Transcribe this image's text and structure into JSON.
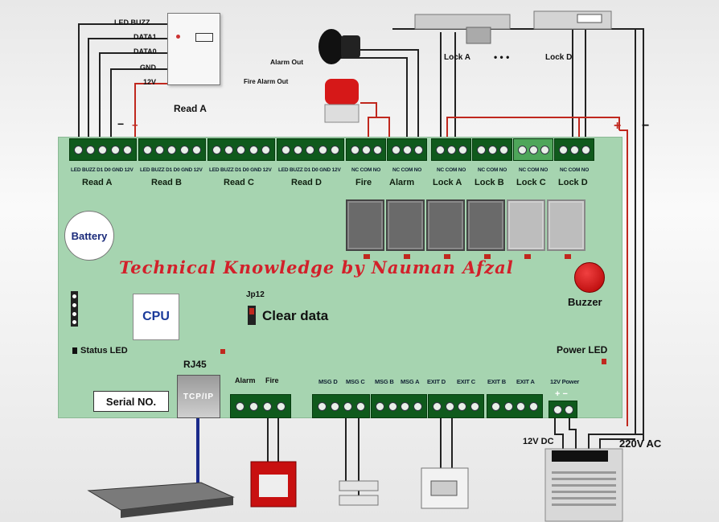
{
  "reader": {
    "title": "Read A",
    "pins": [
      "LED BUZZ",
      "DATA1",
      "DATA0",
      "GND",
      "12V"
    ],
    "minus": "−",
    "plus": "+"
  },
  "alarm": {
    "alarm_out": "Alarm Out",
    "fire_alarm_out": "Fire Alarm Out"
  },
  "locks": {
    "lock_a": "Lock A",
    "dots": "• • •",
    "lock_d": "Lock D",
    "plus": "+",
    "minus": "−"
  },
  "terminals_top": {
    "reader_pins": "LED BUZZ D1 D0 GND 12V",
    "readers": [
      "Read A",
      "Read B",
      "Read C",
      "Read D"
    ],
    "relay_pins": "NC COM NO",
    "relays": [
      "Fire",
      "Alarm",
      "Lock A",
      "Lock B",
      "Lock C",
      "Lock D"
    ]
  },
  "board": {
    "brand": "Technical Knowledge by Nauman Afzal",
    "battery": "Battery",
    "cpu": "CPU",
    "jumper_id": "Jp12",
    "jumper_label": "Clear data",
    "buzzer": "Buzzer",
    "status_led": "Status LED",
    "power_led": "Power LED",
    "rj45": "RJ45",
    "tcpip": "TCP/IP",
    "serial": "Serial NO."
  },
  "terminals_bottom": {
    "alarm": "Alarm",
    "fire": "Fire",
    "inputs": [
      "MSG D",
      "MSG C",
      "MSG B",
      "MSG A",
      "EXIT D",
      "EXIT C",
      "EXIT B",
      "EXIT A"
    ],
    "power": "12V Power",
    "power_polarity": "+ −"
  },
  "psu": {
    "dc": "12V DC",
    "ac": "220V AC"
  },
  "colors": {
    "board": "#a6d4b0",
    "terminal": "#0f5a1c",
    "relay": "#6a6a6a",
    "brand": "#d2202a",
    "wire": "#222222",
    "red_wire": "#c0281e"
  }
}
